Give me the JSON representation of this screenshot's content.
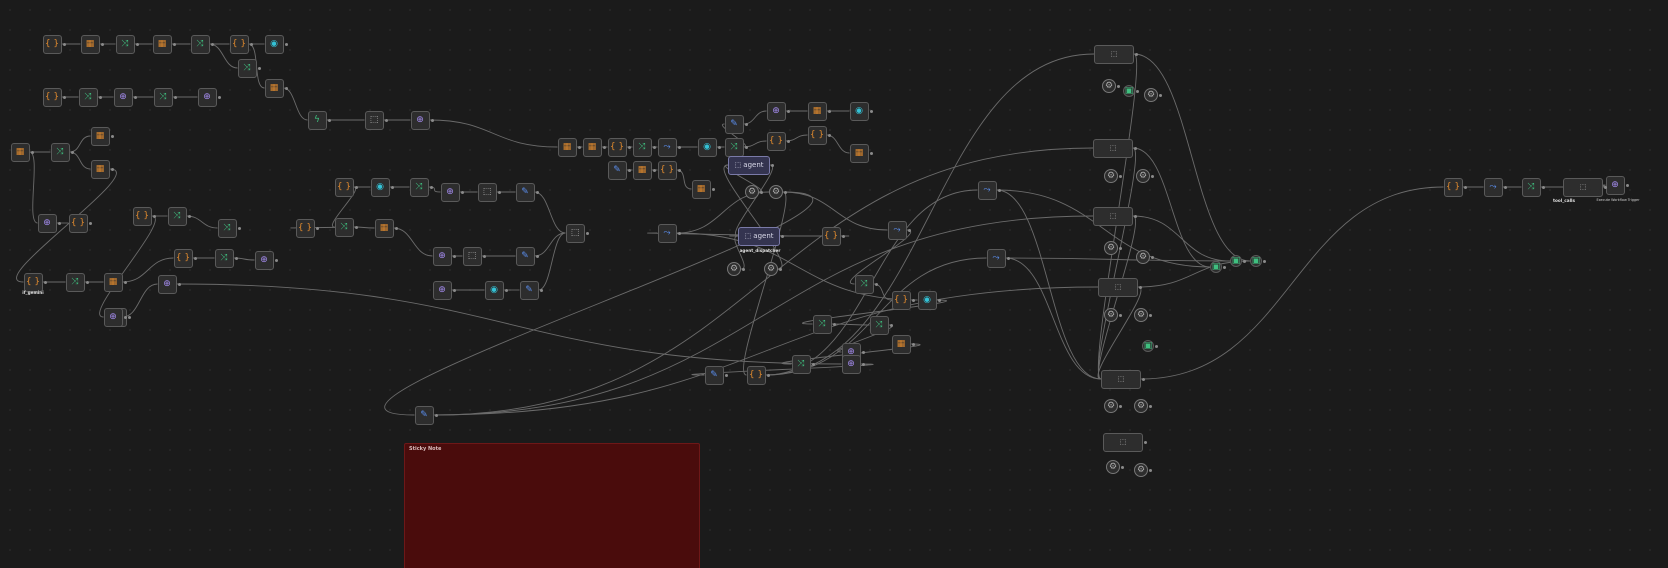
{
  "canvas": {
    "sticky_title": "Sticky Note"
  },
  "labels": {
    "if_gemini": "if_gemini",
    "agent_dispatcher": "agent_dispatcher",
    "tool_calls": "tool_calls",
    "trigger": "Execute Workflow Trigger"
  },
  "colors": {
    "background": "#1b1b1b",
    "node": "#2d2d2d",
    "edge": "#6b6b6b",
    "sticky": "#4a0c0c",
    "orange": "#e08a2e",
    "green": "#3fbf7f",
    "blue": "#5b8ff0",
    "purple": "#a58cf0",
    "teal": "#33c2d6",
    "yellow": "#e0c040"
  }
}
